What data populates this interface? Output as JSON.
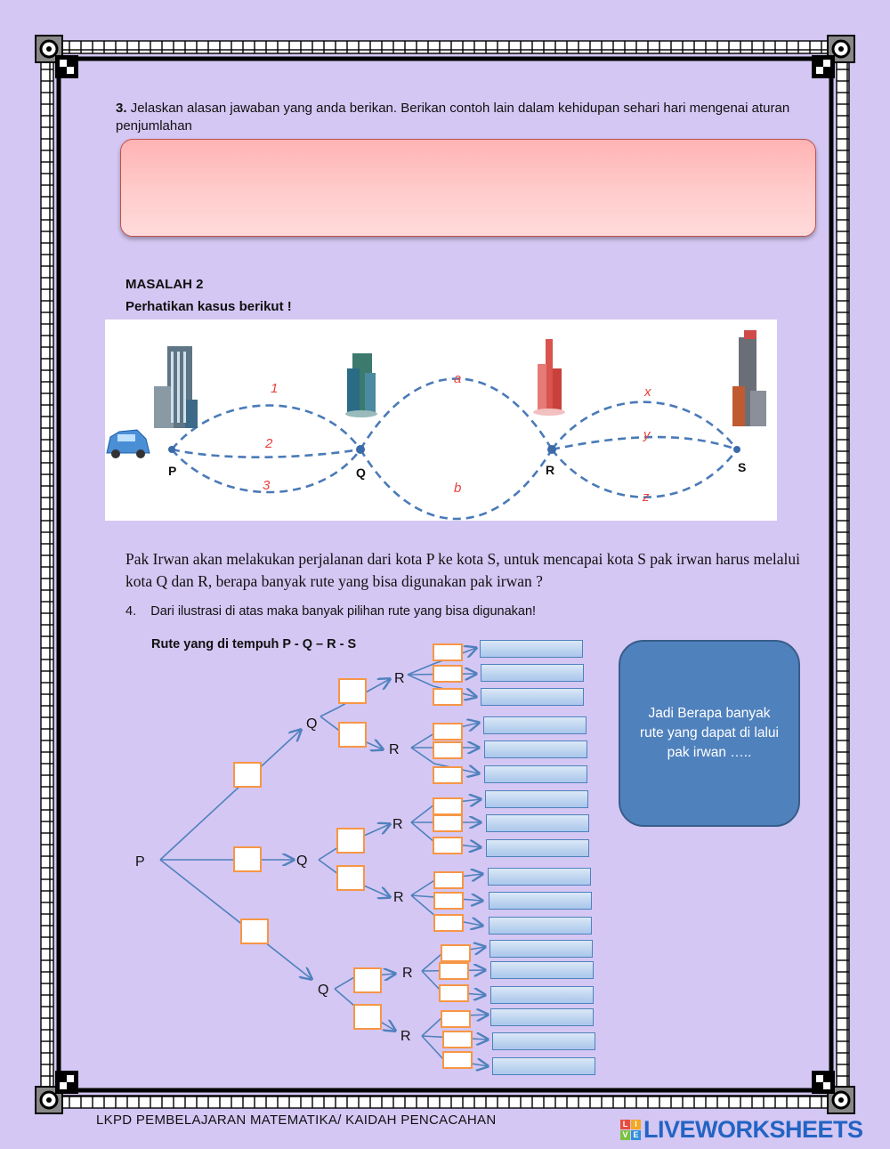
{
  "question3": {
    "number": "3.",
    "text": "Jelaskan alasan jawaban yang anda berikan. Berikan contoh lain dalam kehidupan sehari hari mengenai aturan penjumlahan"
  },
  "masalah": {
    "title": "MASALAH 2",
    "subtitle": "Perhatikan kasus berikut !"
  },
  "illustration": {
    "cities": [
      "P",
      "Q",
      "R",
      "S"
    ],
    "routes_pq": [
      "1",
      "2",
      "3"
    ],
    "routes_qr": [
      "a",
      "b"
    ],
    "routes_rs": [
      "x",
      "y",
      "z"
    ]
  },
  "story": "Pak Irwan akan melakukan perjalanan dari kota P ke kota S, untuk mencapai kota S pak irwan harus melalui kota Q dan R, berapa banyak rute yang bisa digunakan pak irwan ?",
  "question4": {
    "number": "4.",
    "text": "Dari ilustrasi di atas maka banyak pilihan rute yang bisa digunakan!"
  },
  "tree": {
    "title": "Rute yang di tempuh P - Q – R - S",
    "root": "P",
    "level1_label": "Q",
    "level2_label": "R"
  },
  "conclusion": "Jadi Berapa banyak rute yang dapat di lalui pak irwan …..",
  "footer": "LKPD PEMBELAJARAN MATEMATIKA/  KAIDAH PENCACAHAN",
  "logo": {
    "text": "LIVEWORKSHEETS",
    "tiles": [
      "L",
      "I",
      "V",
      "E"
    ],
    "tile_colors": [
      "#e84c3d",
      "#f5a623",
      "#7ac142",
      "#2f8fd8"
    ]
  }
}
